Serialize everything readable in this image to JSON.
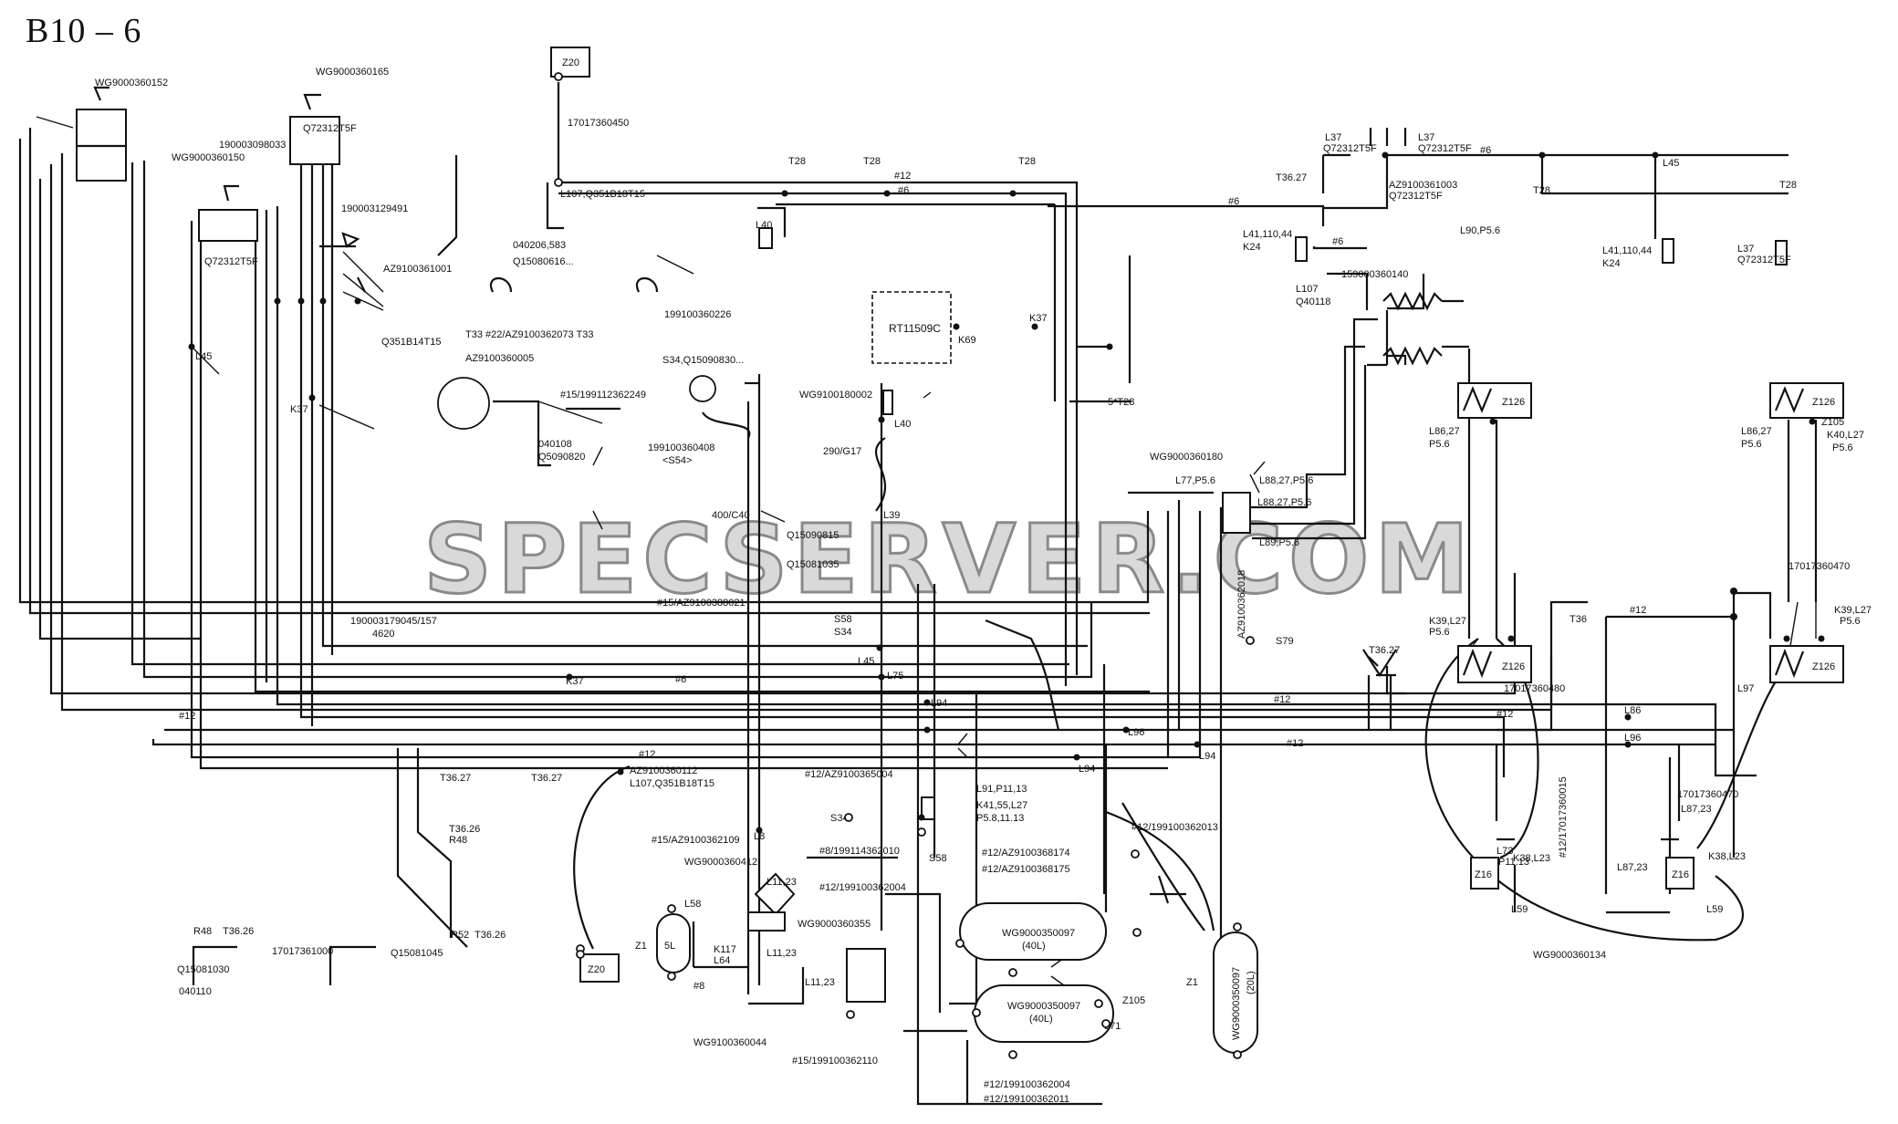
{
  "title": "B10 – 6",
  "watermark": "SPECSERVER.COM",
  "labels": {
    "wc152": "WG9000360152",
    "wc165": "WG9000360165",
    "n190003098033": "190003098033",
    "wc150": "WG9000360150",
    "q72312t5f": "Q72312T5F",
    "n190003129491": "190003129491",
    "az100361001": "AZ9100361001",
    "n0351814t15": "Q351B14T15",
    "n040206": "040206,583",
    "q15080616": "Q15080616...",
    "az100362073": "T33 #22/AZ9100362073 T33",
    "az100360005": "AZ9100360005",
    "n199100360226": "199100360226",
    "rt11509c": "RT11509C",
    "s34": "S34,Q15090830...",
    "n199112362249": "#15/199112362249",
    "wg180002": "WG9100180002",
    "n199100360408": "199100360408",
    "s54": "<S54>",
    "n040108": "040108",
    "q5090820": "Q5090820",
    "n290g17": "290/G17",
    "n400c40": "400/C40",
    "q15090815": "Q15090815",
    "q15081035": "Q15081035",
    "az100388021": "#15/AZ9100388021",
    "l107": "L107,Q351B18T15",
    "n17017360450": "17017360450",
    "z20": "Z20",
    "t28": "T28",
    "t36_27": "T36.27",
    "n12": "#12",
    "n6": "#6",
    "l37": "L37",
    "az100361003": "AZ9100361003",
    "l41": "L41,110,44",
    "k24": "K24",
    "k37": "K37",
    "k69": "K69",
    "n5t28": "5*T28",
    "l90": "L90,P5.6",
    "l107b": "L107",
    "n159000360140": "159000360140",
    "n040118": "Q40118",
    "z126": "Z126",
    "z105": "Z105",
    "l86": "L86,27",
    "p56": "P5.6",
    "k40": "K40,L27",
    "wc180": "WG9000360180",
    "l77": "L77,P5.6",
    "l88": "L88,27,P5.6",
    "l89": "L89,P5.6",
    "az100362018": "AZ9100362018",
    "s79": "S79",
    "n17017360470": "17017360470",
    "k39": "K39,L27",
    "n17017360480": "17017360480",
    "l97": "L97",
    "n190003179045": "190003179045/157",
    "n4620": "4620",
    "l45": "L45",
    "l75": "L75",
    "l94": "L94",
    "l96": "L96",
    "az100360112": "AZ9100360112",
    "az100365004": "#12/AZ9100365004",
    "l91": "L91,P11,13",
    "k41": "K41,55,L27",
    "p58": "P5.8,11.13",
    "az100362109": "#15/AZ9100362109",
    "wg360412": "WG9000360412",
    "n199114362010": "#8/199114362010",
    "n199100362004": "#12/199100362004",
    "wg360355": "WG9000360355",
    "az100368174": "#12/AZ9100368174",
    "az100368175": "#12/AZ9100368175",
    "n199100362013": "#12/199100362013",
    "wg3550097_40l": "WG9000350097",
    "c40l": "(40L)",
    "c20l": "(20L)",
    "wg360044": "WG9100360044",
    "n199100362110": "#15/199100362110",
    "n199100362004b": "#12/199100362004",
    "n199100362011": "#12/199100362011",
    "r48": "R48",
    "t36_26": "T36.26",
    "n17017361000": "17017361000",
    "q15081030": "Q15081030",
    "n040110": "040110",
    "r52": "R52",
    "q15081045": "Q15081045",
    "z16": "Z16",
    "l73": "L73",
    "p11_13": "P11.13",
    "l59": "L59",
    "k38": "K38,L23",
    "l87": "L87,23",
    "wg360134": "WG9000360134",
    "n17017360015": "#12/17017360015",
    "t36": "T36",
    "l8": "L8",
    "l40": "L40",
    "l39": "L39",
    "s58": "S58",
    "s34b": "S34",
    "l58": "L58",
    "n5l": "5L",
    "z1": "Z1",
    "k117": "K117",
    "l64": "L64",
    "l71": "L71",
    "l11": "L11,23",
    "l86b": "L86",
    "k69b": "K69",
    "n12s": "#12",
    "n8": "#8"
  }
}
